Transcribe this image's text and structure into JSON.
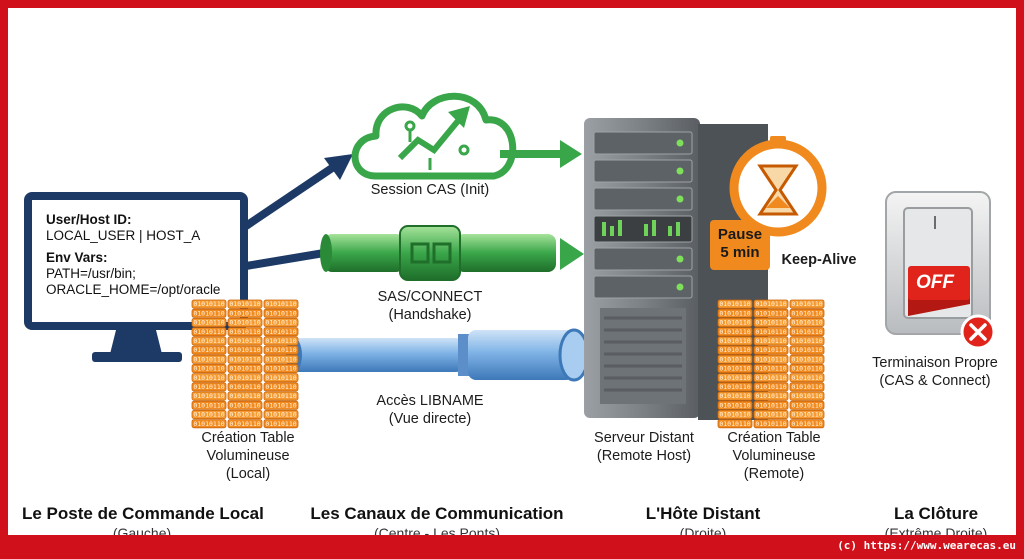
{
  "monitor": {
    "user_host_label": "User/Host ID:",
    "user_host_value": "LOCAL_USER | HOST_A",
    "env_label": "Env Vars:",
    "env_path": "PATH=/usr/bin;",
    "env_oracle": "ORACLE_HOME=/opt/oracle"
  },
  "channels": {
    "cas_session": "Session CAS (Init)",
    "sas_connect_1": "SAS/CONNECT",
    "sas_connect_2": "(Handshake)",
    "libname_1": "Accès LIBNAME",
    "libname_2": "(Vue directe)"
  },
  "keepalive": {
    "pause_1": "Pause",
    "pause_2": "5 min",
    "label": "Keep-Alive"
  },
  "switch": {
    "off_label": "OFF",
    "on_mark": "I",
    "caption_1": "Terminaison Propre",
    "caption_2": "(CAS & Connect)"
  },
  "local_table": {
    "line1": "Création Table",
    "line2": "Volumineuse",
    "line3": "(Local)"
  },
  "remote_table": {
    "line1": "Création Table",
    "line2": "Volumineuse",
    "line3": "(Remote)"
  },
  "server": {
    "line1": "Serveur Distant",
    "line2": "(Remote Host)"
  },
  "sections": [
    {
      "title": "Le Poste de Commande Local",
      "sub": "(Gauche)"
    },
    {
      "title": "Les Canaux de Communication",
      "sub": "(Centre - Les Ponts)"
    },
    {
      "title": "L'Hôte Distant",
      "sub": "(Droite)"
    },
    {
      "title": "La Clôture",
      "sub": "(Extrême Droite)"
    }
  ],
  "disk_bits": "01010110",
  "footer": "(c) https://www.wearecas.eu",
  "colors": {
    "frame": "#d0101a",
    "navy": "#1d3a66",
    "green": "#3aa64a",
    "orange": "#f08a1e",
    "pipe_blue": "#7fb3e6",
    "server_gray": "#7c8185",
    "off_red": "#e0241b"
  }
}
